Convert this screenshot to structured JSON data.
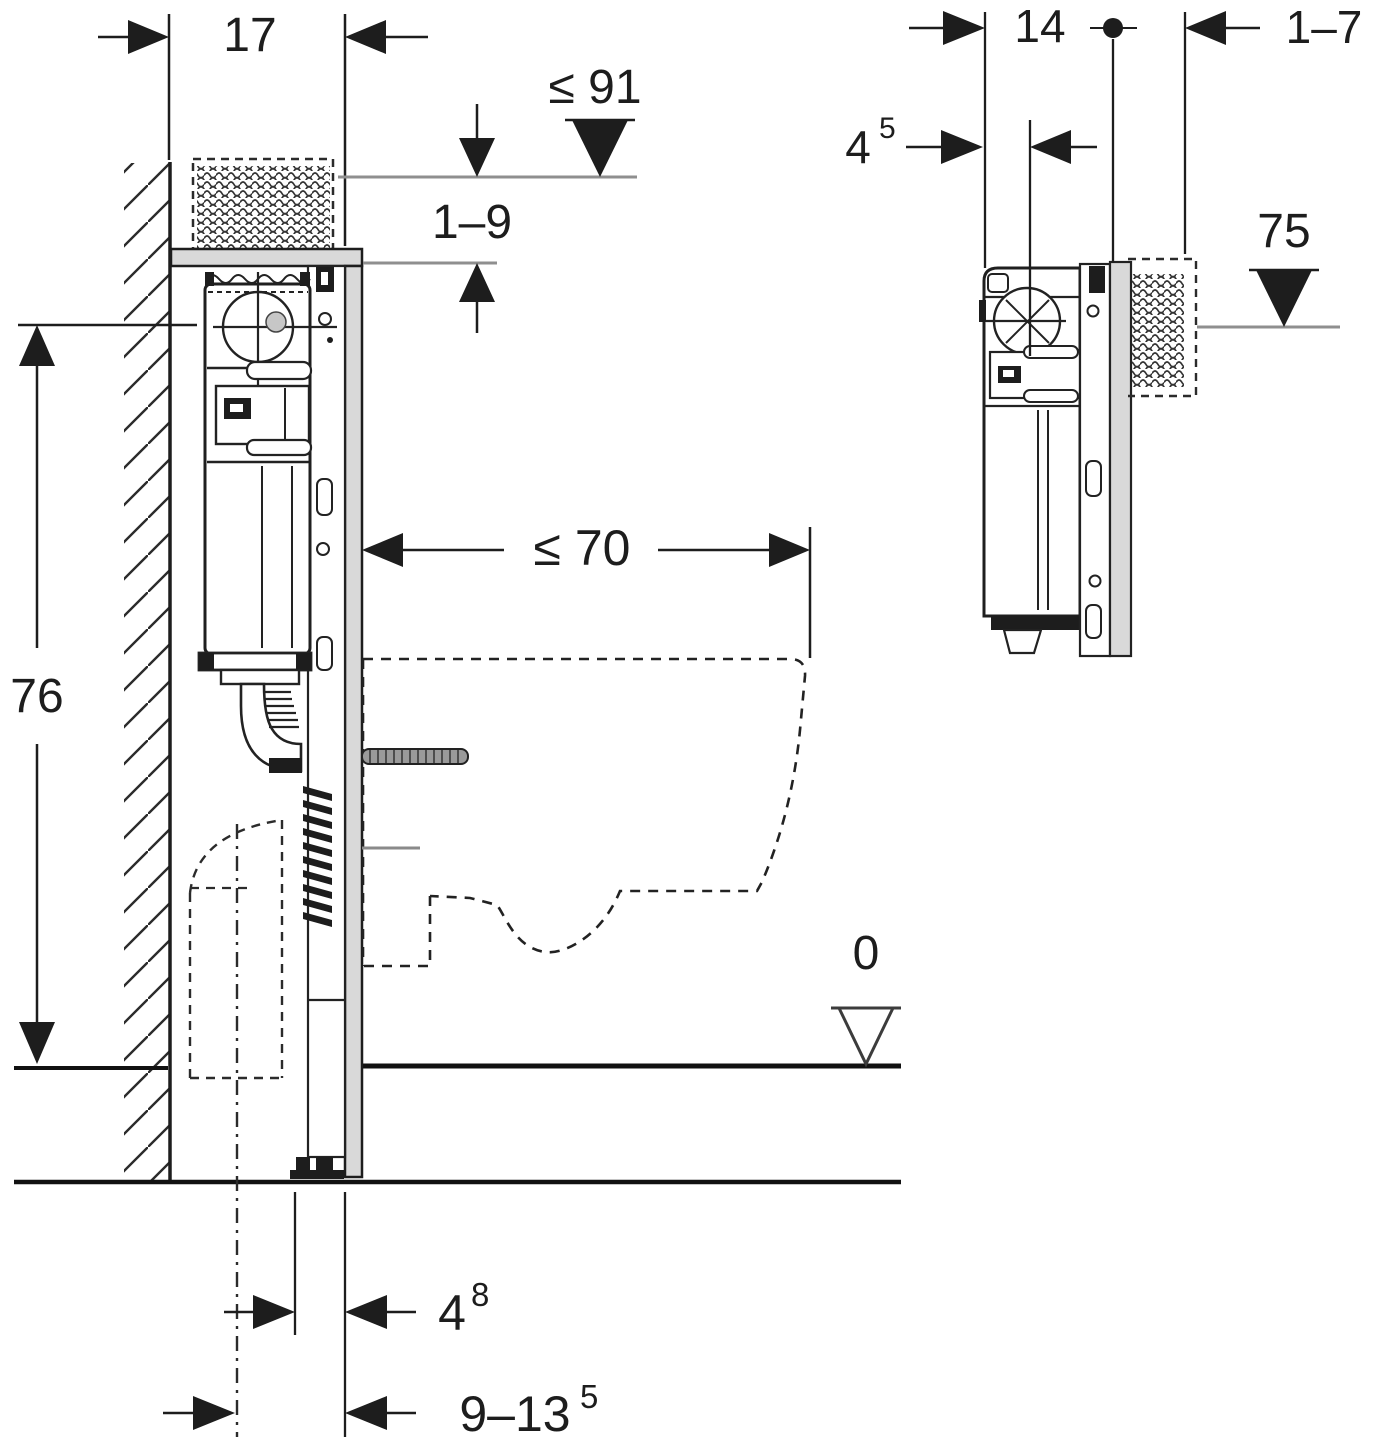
{
  "drawing": {
    "kind": "sanitary-installation-dimension-drawing",
    "views": {
      "front": "wall-hung-wc-frame-section",
      "side": "cistern-top-section"
    },
    "colors": {
      "ink": "#1d1d1d",
      "gray_fill": "#d9d9d9",
      "level_line_gray": "#8f8f8f",
      "rod_gray": "#9a9a9a",
      "background": "#ffffff"
    }
  },
  "dimensions": {
    "front": {
      "frame_width": "17",
      "max_top_level": "≤ 91",
      "cover_adjust_range": "1–9",
      "actuation_height": "76",
      "max_bowl_depth": "≤ 70",
      "zero_level": "0",
      "foot_offset": {
        "base": "4",
        "sup": "8"
      },
      "drain_center_range": {
        "base": "9–13",
        "sup": "5"
      }
    },
    "side": {
      "frame_depth": "14",
      "valve_offset": {
        "base": "4",
        "sup": "5"
      },
      "finish_thickness_range": "1–7",
      "outlet_level": "75"
    }
  }
}
